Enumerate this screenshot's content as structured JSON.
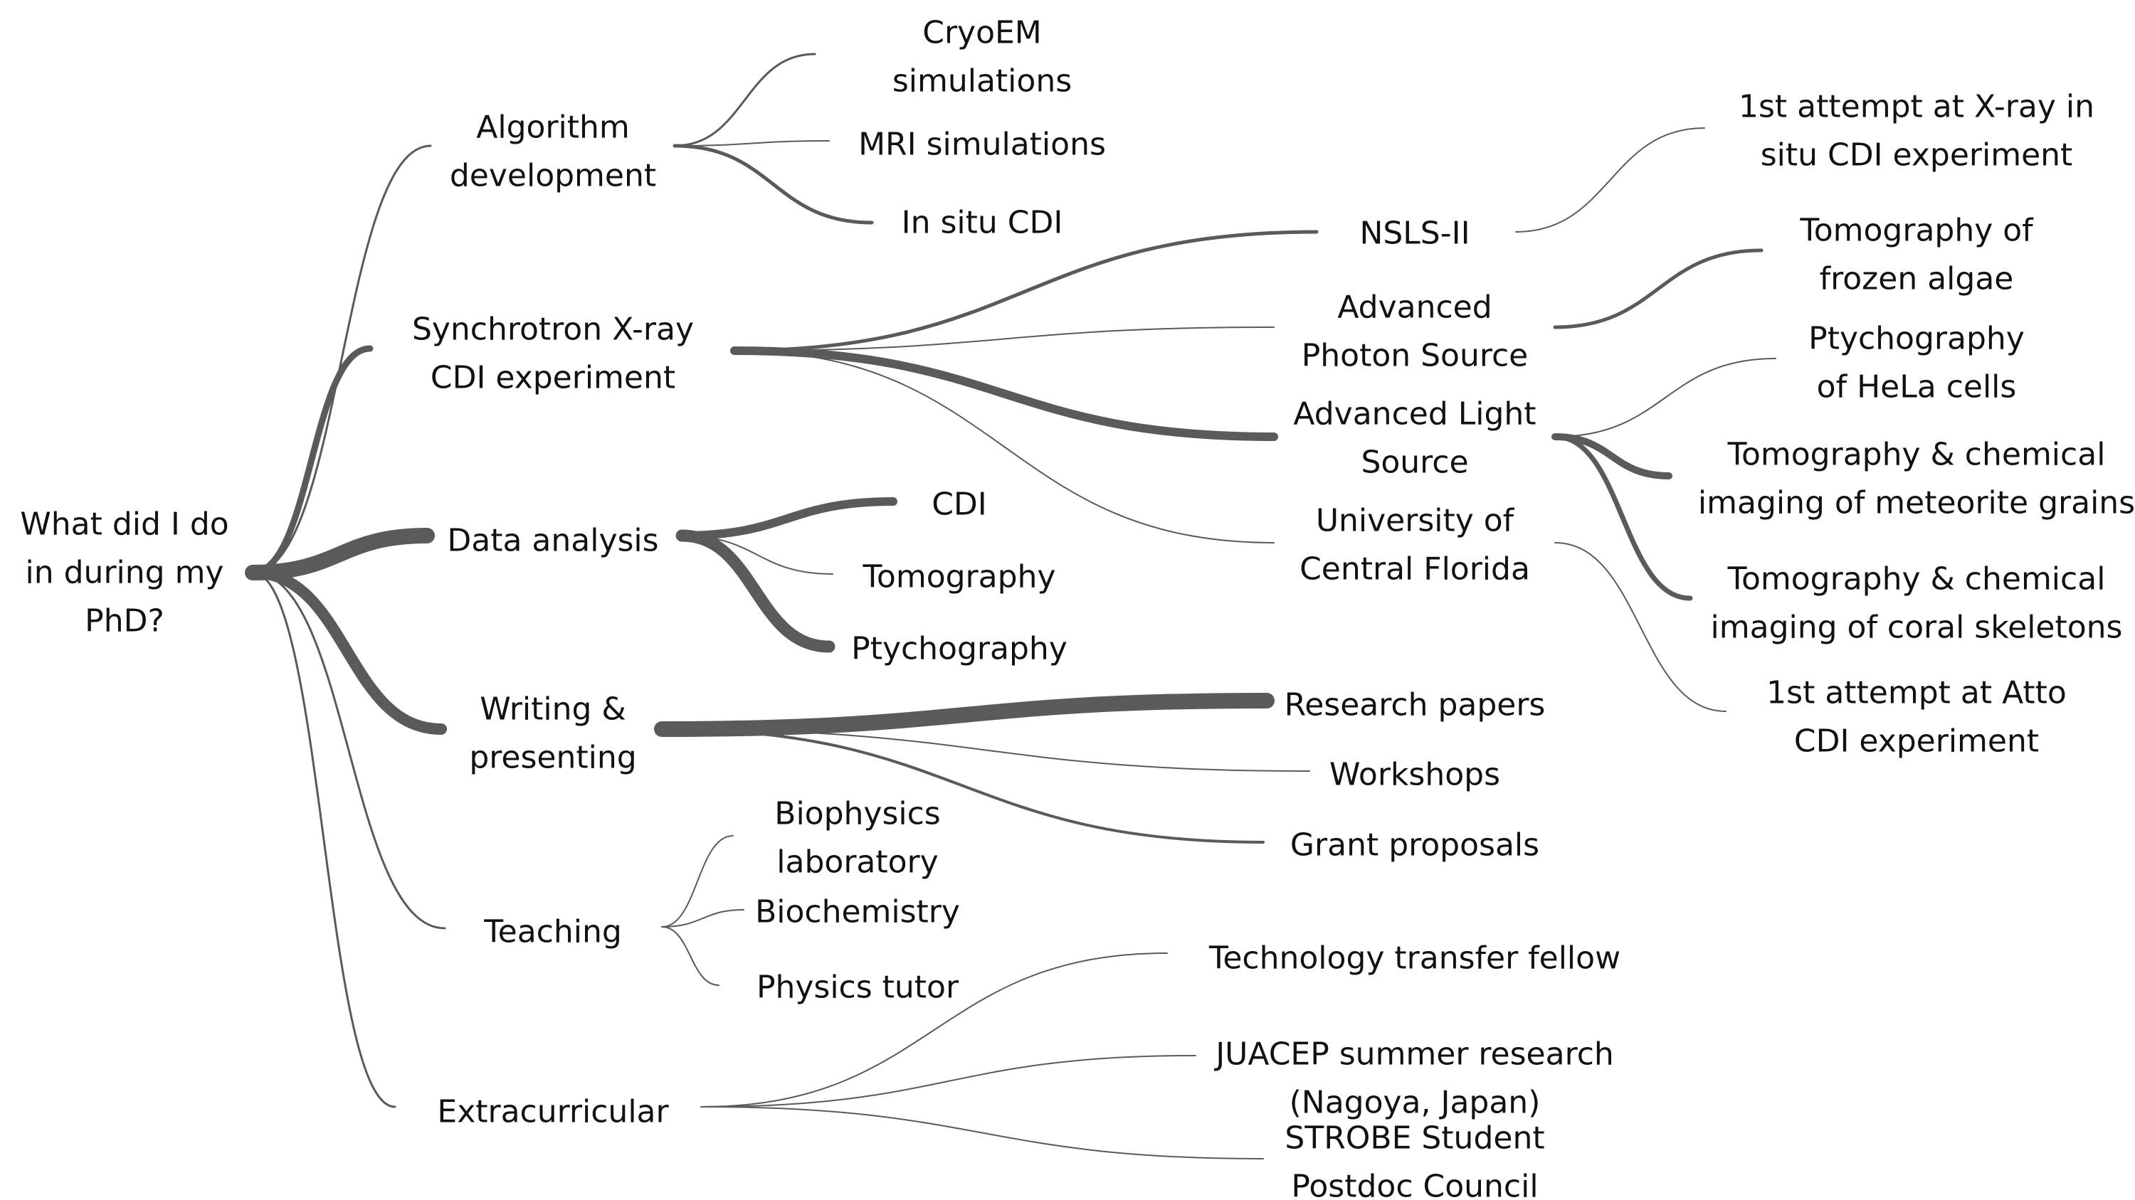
{
  "root": {
    "label": [
      "What did I do",
      "in during my",
      "PhD?"
    ]
  },
  "colors": {
    "edge": "#5a5a5a",
    "text": "#111111"
  },
  "branches": [
    {
      "id": "algorithm",
      "label": [
        "Algorithm",
        "development"
      ],
      "children": [
        {
          "id": "cryoem",
          "label": [
            "CryoEM",
            "simulations"
          ]
        },
        {
          "id": "mri",
          "label": [
            "MRI simulations"
          ]
        },
        {
          "id": "insitu",
          "label": [
            "In situ CDI"
          ]
        }
      ]
    },
    {
      "id": "synchrotron",
      "label": [
        "Synchrotron X-ray",
        "CDI experiment"
      ],
      "children": [
        {
          "id": "nsls",
          "label": [
            "NSLS-II"
          ],
          "children": [
            {
              "id": "nsls-1",
              "label": [
                "1st attempt at X-ray in",
                "situ CDI experiment"
              ]
            }
          ]
        },
        {
          "id": "aps",
          "label": [
            "Advanced",
            "Photon Source"
          ],
          "children": [
            {
              "id": "aps-1",
              "label": [
                "Tomography of",
                "frozen algae"
              ]
            }
          ]
        },
        {
          "id": "als",
          "label": [
            "Advanced Light",
            "Source"
          ],
          "children": [
            {
              "id": "als-1",
              "label": [
                "Ptychography",
                "of HeLa cells"
              ]
            },
            {
              "id": "als-2",
              "label": [
                "Tomography & chemical",
                "imaging of meteorite grains"
              ]
            },
            {
              "id": "als-3",
              "label": [
                "Tomography & chemical",
                "imaging of coral skeletons"
              ]
            }
          ]
        },
        {
          "id": "ucf",
          "label": [
            "University of",
            "Central Florida"
          ],
          "children": [
            {
              "id": "ucf-1",
              "label": [
                "1st attempt at Atto",
                "CDI experiment"
              ]
            }
          ]
        }
      ]
    },
    {
      "id": "data",
      "label": [
        "Data analysis"
      ],
      "children": [
        {
          "id": "cdi",
          "label": [
            "CDI"
          ]
        },
        {
          "id": "tomo",
          "label": [
            "Tomography"
          ]
        },
        {
          "id": "ptycho",
          "label": [
            "Ptychography"
          ]
        }
      ]
    },
    {
      "id": "writing",
      "label": [
        "Writing &",
        "presenting"
      ],
      "children": [
        {
          "id": "papers",
          "label": [
            "Research papers"
          ]
        },
        {
          "id": "workshops",
          "label": [
            "Workshops"
          ]
        },
        {
          "id": "grants",
          "label": [
            "Grant proposals"
          ]
        }
      ]
    },
    {
      "id": "teaching",
      "label": [
        "Teaching"
      ],
      "children": [
        {
          "id": "biophys",
          "label": [
            "Biophysics",
            "laboratory"
          ]
        },
        {
          "id": "biochem",
          "label": [
            "Biochemistry"
          ]
        },
        {
          "id": "physics",
          "label": [
            "Physics tutor"
          ]
        }
      ]
    },
    {
      "id": "extra",
      "label": [
        "Extracurricular"
      ],
      "children": [
        {
          "id": "techtransfer",
          "label": [
            "Technology transfer fellow"
          ]
        },
        {
          "id": "juacep",
          "label": [
            "JUACEP summer research",
            "(Nagoya, Japan)"
          ]
        },
        {
          "id": "strobe",
          "label": [
            "STROBE Student",
            "Postdoc Council"
          ]
        }
      ]
    }
  ]
}
